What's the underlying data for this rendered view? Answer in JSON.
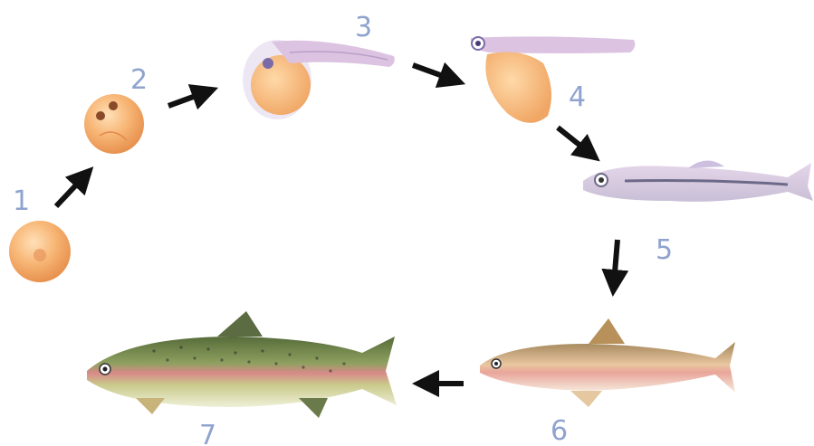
{
  "stages": [
    {
      "number": "1",
      "icon": "egg-icon"
    },
    {
      "number": "2",
      "icon": "eyed-egg-icon"
    },
    {
      "number": "3",
      "icon": "hatching-alevin-icon"
    },
    {
      "number": "4",
      "icon": "alevin-yolk-sac-icon"
    },
    {
      "number": "5",
      "icon": "fry-icon"
    },
    {
      "number": "6",
      "icon": "juvenile-trout-icon"
    },
    {
      "number": "7",
      "icon": "adult-trout-icon"
    }
  ],
  "colors": {
    "label": "#8fa3cf",
    "arrow": "#111111",
    "egg": "#f6b477",
    "alevin": "#d9b8dc",
    "trout_back": "#6f7a48",
    "trout_stripe": "#d98a8a"
  }
}
